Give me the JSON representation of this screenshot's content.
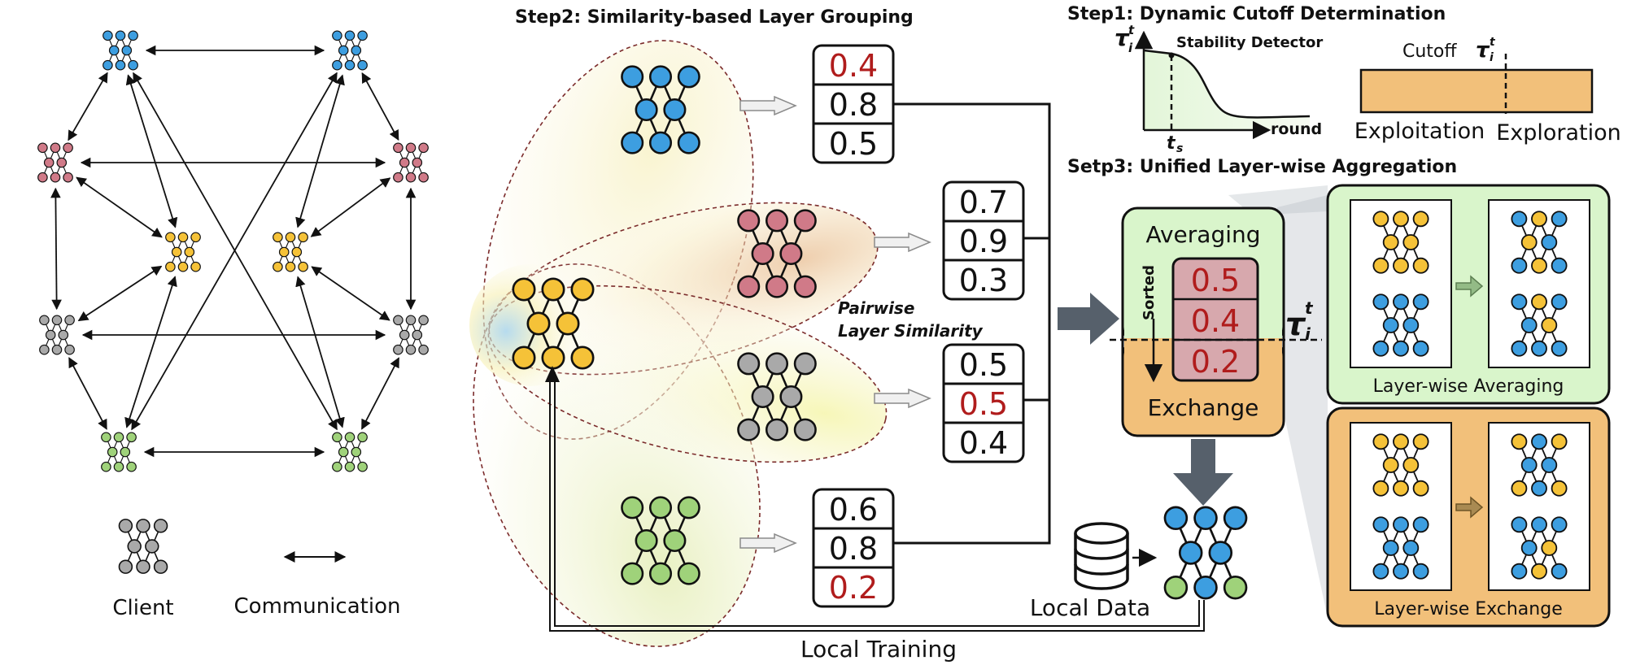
{
  "colors": {
    "blue": "#3d9ee0",
    "pink": "#d07a88",
    "yellow": "#f5c238",
    "gray": "#a9a9a9",
    "green": "#9fd27a",
    "red_value": "#b01c1c",
    "averaging_bg": "#d9f5cb",
    "exchange_bg": "#f2c07a",
    "arrow_gray": "#56606b"
  },
  "legend": {
    "client_label": "Client",
    "communication_label": "Communication"
  },
  "step1": {
    "title": "Step1: Dynamic Cutoff Determination",
    "y_axis_symbol": "τ",
    "y_axis_sup": "t",
    "y_axis_sub": "i",
    "stability_label": "Stability Detector",
    "x_axis_label": "round",
    "ts_symbol": "t",
    "ts_sub": "s",
    "cutoff_label": "Cutoff",
    "exploitation_label": "Exploitation",
    "exploration_label": "Exploration"
  },
  "step2": {
    "title": "Step2: Similarity-based Layer Grouping",
    "pairwise_line1": "Pairwise",
    "pairwise_line2": "Layer Similarity",
    "local_training_label": "Local Training",
    "tables": [
      {
        "color": "blue",
        "values": [
          "0.4",
          "0.8",
          "0.5"
        ],
        "red": [
          0
        ]
      },
      {
        "color": "pink",
        "values": [
          "0.7",
          "0.9",
          "0.3"
        ],
        "red": []
      },
      {
        "color": "gray",
        "values": [
          "0.5",
          "0.5",
          "0.4"
        ],
        "red": [
          1
        ]
      },
      {
        "color": "green",
        "values": [
          "0.6",
          "0.8",
          "0.2"
        ],
        "red": [
          2
        ]
      }
    ]
  },
  "step3": {
    "title": "Setp3: Unified Layer-wise Aggregation",
    "averaging_label": "Averaging",
    "exchange_label": "Exchange",
    "sorted_label": "Sorted",
    "sorted_values": [
      "0.5",
      "0.4",
      "0.2"
    ],
    "tau_symbol": "τ",
    "tau_sup": "t",
    "tau_sub": "i",
    "local_data_label": "Local Data",
    "layerwise_averaging_label": "Layer-wise Averaging",
    "layerwise_exchange_label": "Layer-wise Exchange"
  }
}
